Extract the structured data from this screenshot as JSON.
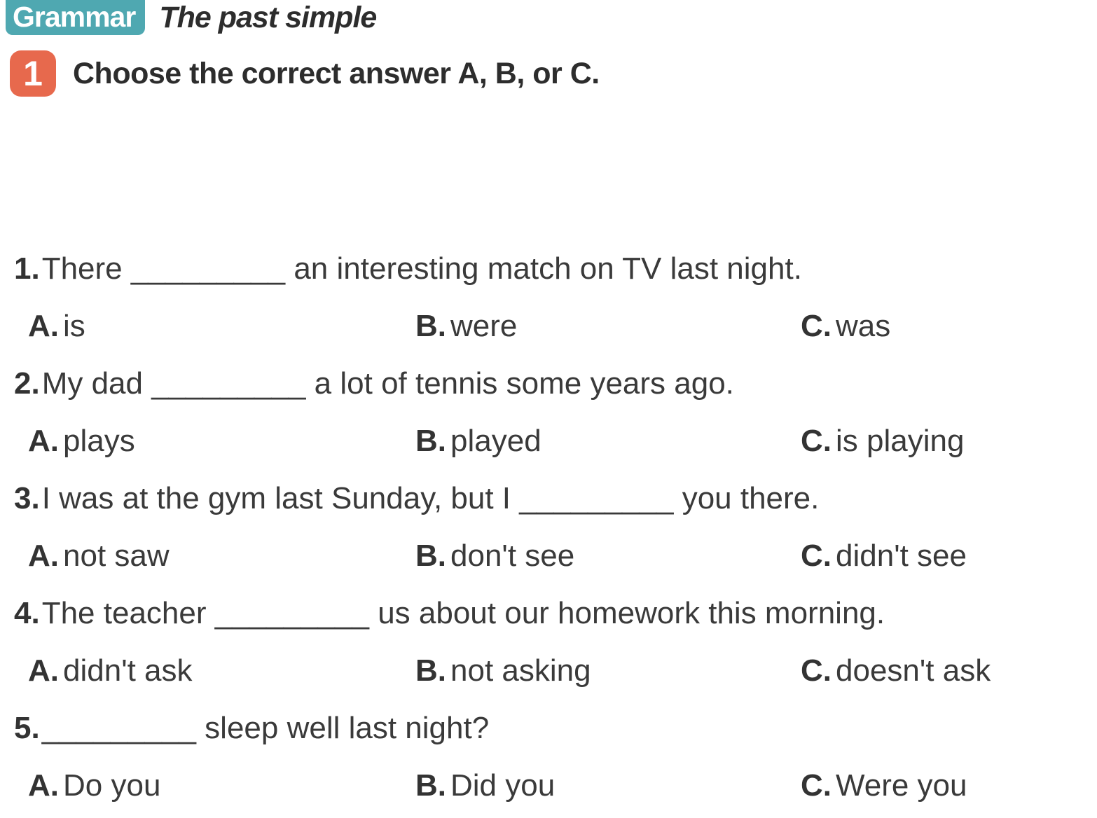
{
  "header": {
    "badge_label": "Grammar",
    "badge_color": "#4fa8b1",
    "title": "The past simple",
    "exercise_number": "1",
    "exercise_number_color": "#e7694d",
    "instruction": "Choose the correct answer A, B, or C."
  },
  "questions": [
    {
      "number": "1.",
      "text": "There _________ an interesting match on TV last night.",
      "options": [
        {
          "label": "A.",
          "text": "is"
        },
        {
          "label": "B.",
          "text": "were"
        },
        {
          "label": "C.",
          "text": "was"
        }
      ]
    },
    {
      "number": "2.",
      "text": "My dad _________ a lot of tennis some years ago.",
      "options": [
        {
          "label": "A.",
          "text": "plays"
        },
        {
          "label": "B.",
          "text": "played"
        },
        {
          "label": "C.",
          "text": "is playing"
        }
      ]
    },
    {
      "number": "3.",
      "text": "I was at the gym last Sunday, but I _________ you there.",
      "options": [
        {
          "label": "A.",
          "text": "not saw"
        },
        {
          "label": "B.",
          "text": "don't see"
        },
        {
          "label": "C.",
          "text": "didn't see"
        }
      ]
    },
    {
      "number": "4.",
      "text": "The teacher _________ us about our homework this morning.",
      "options": [
        {
          "label": "A.",
          "text": "didn't ask"
        },
        {
          "label": "B.",
          "text": "not asking"
        },
        {
          "label": "C.",
          "text": "doesn't ask"
        }
      ]
    },
    {
      "number": "5.",
      "text": "_________ sleep well last night?",
      "options": [
        {
          "label": "A.",
          "text": "Do you"
        },
        {
          "label": "B.",
          "text": "Did you"
        },
        {
          "label": "C.",
          "text": "Were you"
        }
      ]
    }
  ]
}
